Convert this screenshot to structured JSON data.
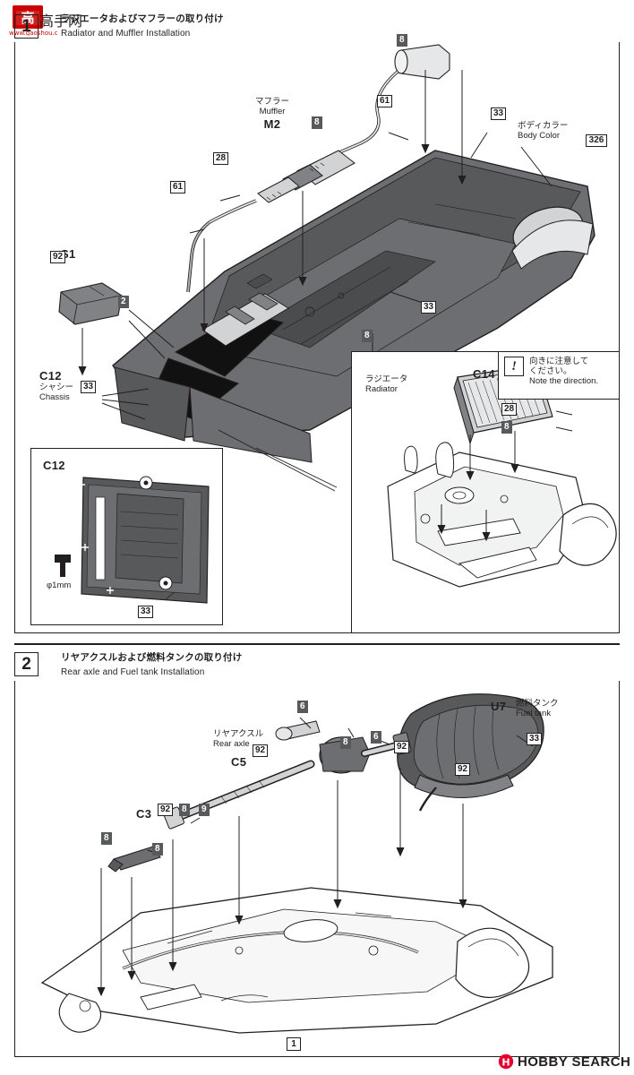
{
  "document": {
    "type": "model-kit-instruction-sheet",
    "watermark_top_left": "高手网",
    "watermark_top_left_sub": "GaoShou.com",
    "footer_brand": "HOBBY SEARCH",
    "footer_brand_prefix": "H"
  },
  "step1": {
    "number": "1",
    "title_jp": "ラジエータおよびマフラーの取り付け",
    "title_en": "Radiator and Muffler Installation",
    "labels": {
      "muffler_jp": "マフラー",
      "muffler_en": "Muffler",
      "muffler_part": "M2",
      "body_color_jp": "ボディカラー",
      "body_color_en": "Body Color",
      "body_color_code": "326",
      "chassis_part": "C12",
      "chassis_jp": "シャシー",
      "chassis_en": "Chassis",
      "s1": "S1",
      "radiator_jp": "ラジエータ",
      "radiator_en": "Radiator",
      "radiator_part": "C14",
      "note_jp_line1": "向きに注意して",
      "note_jp_line2": "ください。",
      "note_en": "Note the direction.",
      "note_icon": "!",
      "detail_part": "C12",
      "detail_dim": "φ1mm"
    },
    "callouts": [
      {
        "id": "c1",
        "text": "8",
        "style": "dark"
      },
      {
        "id": "c2",
        "text": "61",
        "style": "light"
      },
      {
        "id": "c3",
        "text": "8",
        "style": "dark"
      },
      {
        "id": "c4",
        "text": "33",
        "style": "light"
      },
      {
        "id": "c5",
        "text": "28",
        "style": "light"
      },
      {
        "id": "c6",
        "text": "61",
        "style": "light"
      },
      {
        "id": "c7",
        "text": "92",
        "style": "light"
      },
      {
        "id": "c8",
        "text": "2",
        "style": "dark"
      },
      {
        "id": "c9",
        "text": "33",
        "style": "light"
      },
      {
        "id": "c10",
        "text": "33",
        "style": "light"
      },
      {
        "id": "c11",
        "text": "8",
        "style": "dark"
      },
      {
        "id": "c12",
        "text": "28",
        "style": "light"
      },
      {
        "id": "c13",
        "text": "8",
        "style": "dark"
      },
      {
        "id": "c14",
        "text": "33",
        "style": "light"
      }
    ]
  },
  "step2": {
    "number": "2",
    "title_jp": "リヤアクスルおよび燃料タンクの取り付け",
    "title_en": "Rear axle and Fuel tank Installation",
    "labels": {
      "rear_axle_jp": "リヤアクスル",
      "rear_axle_en": "Rear axle",
      "rear_axle_part": "C5",
      "fuel_tank_jp": "燃料タンク",
      "fuel_tank_en": "Fuel tank",
      "fuel_tank_part": "U7",
      "c3_part": "C3",
      "sub_ref": "1"
    },
    "callouts": [
      {
        "id": "d1",
        "text": "6",
        "style": "dark"
      },
      {
        "id": "d2",
        "text": "8",
        "style": "dark"
      },
      {
        "id": "d3",
        "text": "6",
        "style": "dark"
      },
      {
        "id": "d4",
        "text": "92",
        "style": "light"
      },
      {
        "id": "d5",
        "text": "92",
        "style": "light"
      },
      {
        "id": "d6",
        "text": "33",
        "style": "light"
      },
      {
        "id": "d7",
        "text": "92",
        "style": "light"
      },
      {
        "id": "d8",
        "text": "8",
        "style": "dark"
      },
      {
        "id": "d9",
        "text": "9",
        "style": "dark"
      },
      {
        "id": "d10",
        "text": "92",
        "style": "light"
      },
      {
        "id": "d11",
        "text": "8",
        "style": "dark"
      },
      {
        "id": "d12",
        "text": "8",
        "style": "dark"
      }
    ]
  },
  "colors": {
    "ink": "#231f20",
    "dark_fill": "#58595b",
    "mid_fill": "#6d6e71",
    "light_fill": "#d1d3d4",
    "paper": "#ffffff",
    "brand_red": "#e4002b",
    "watermark_red": "#cc0000"
  }
}
